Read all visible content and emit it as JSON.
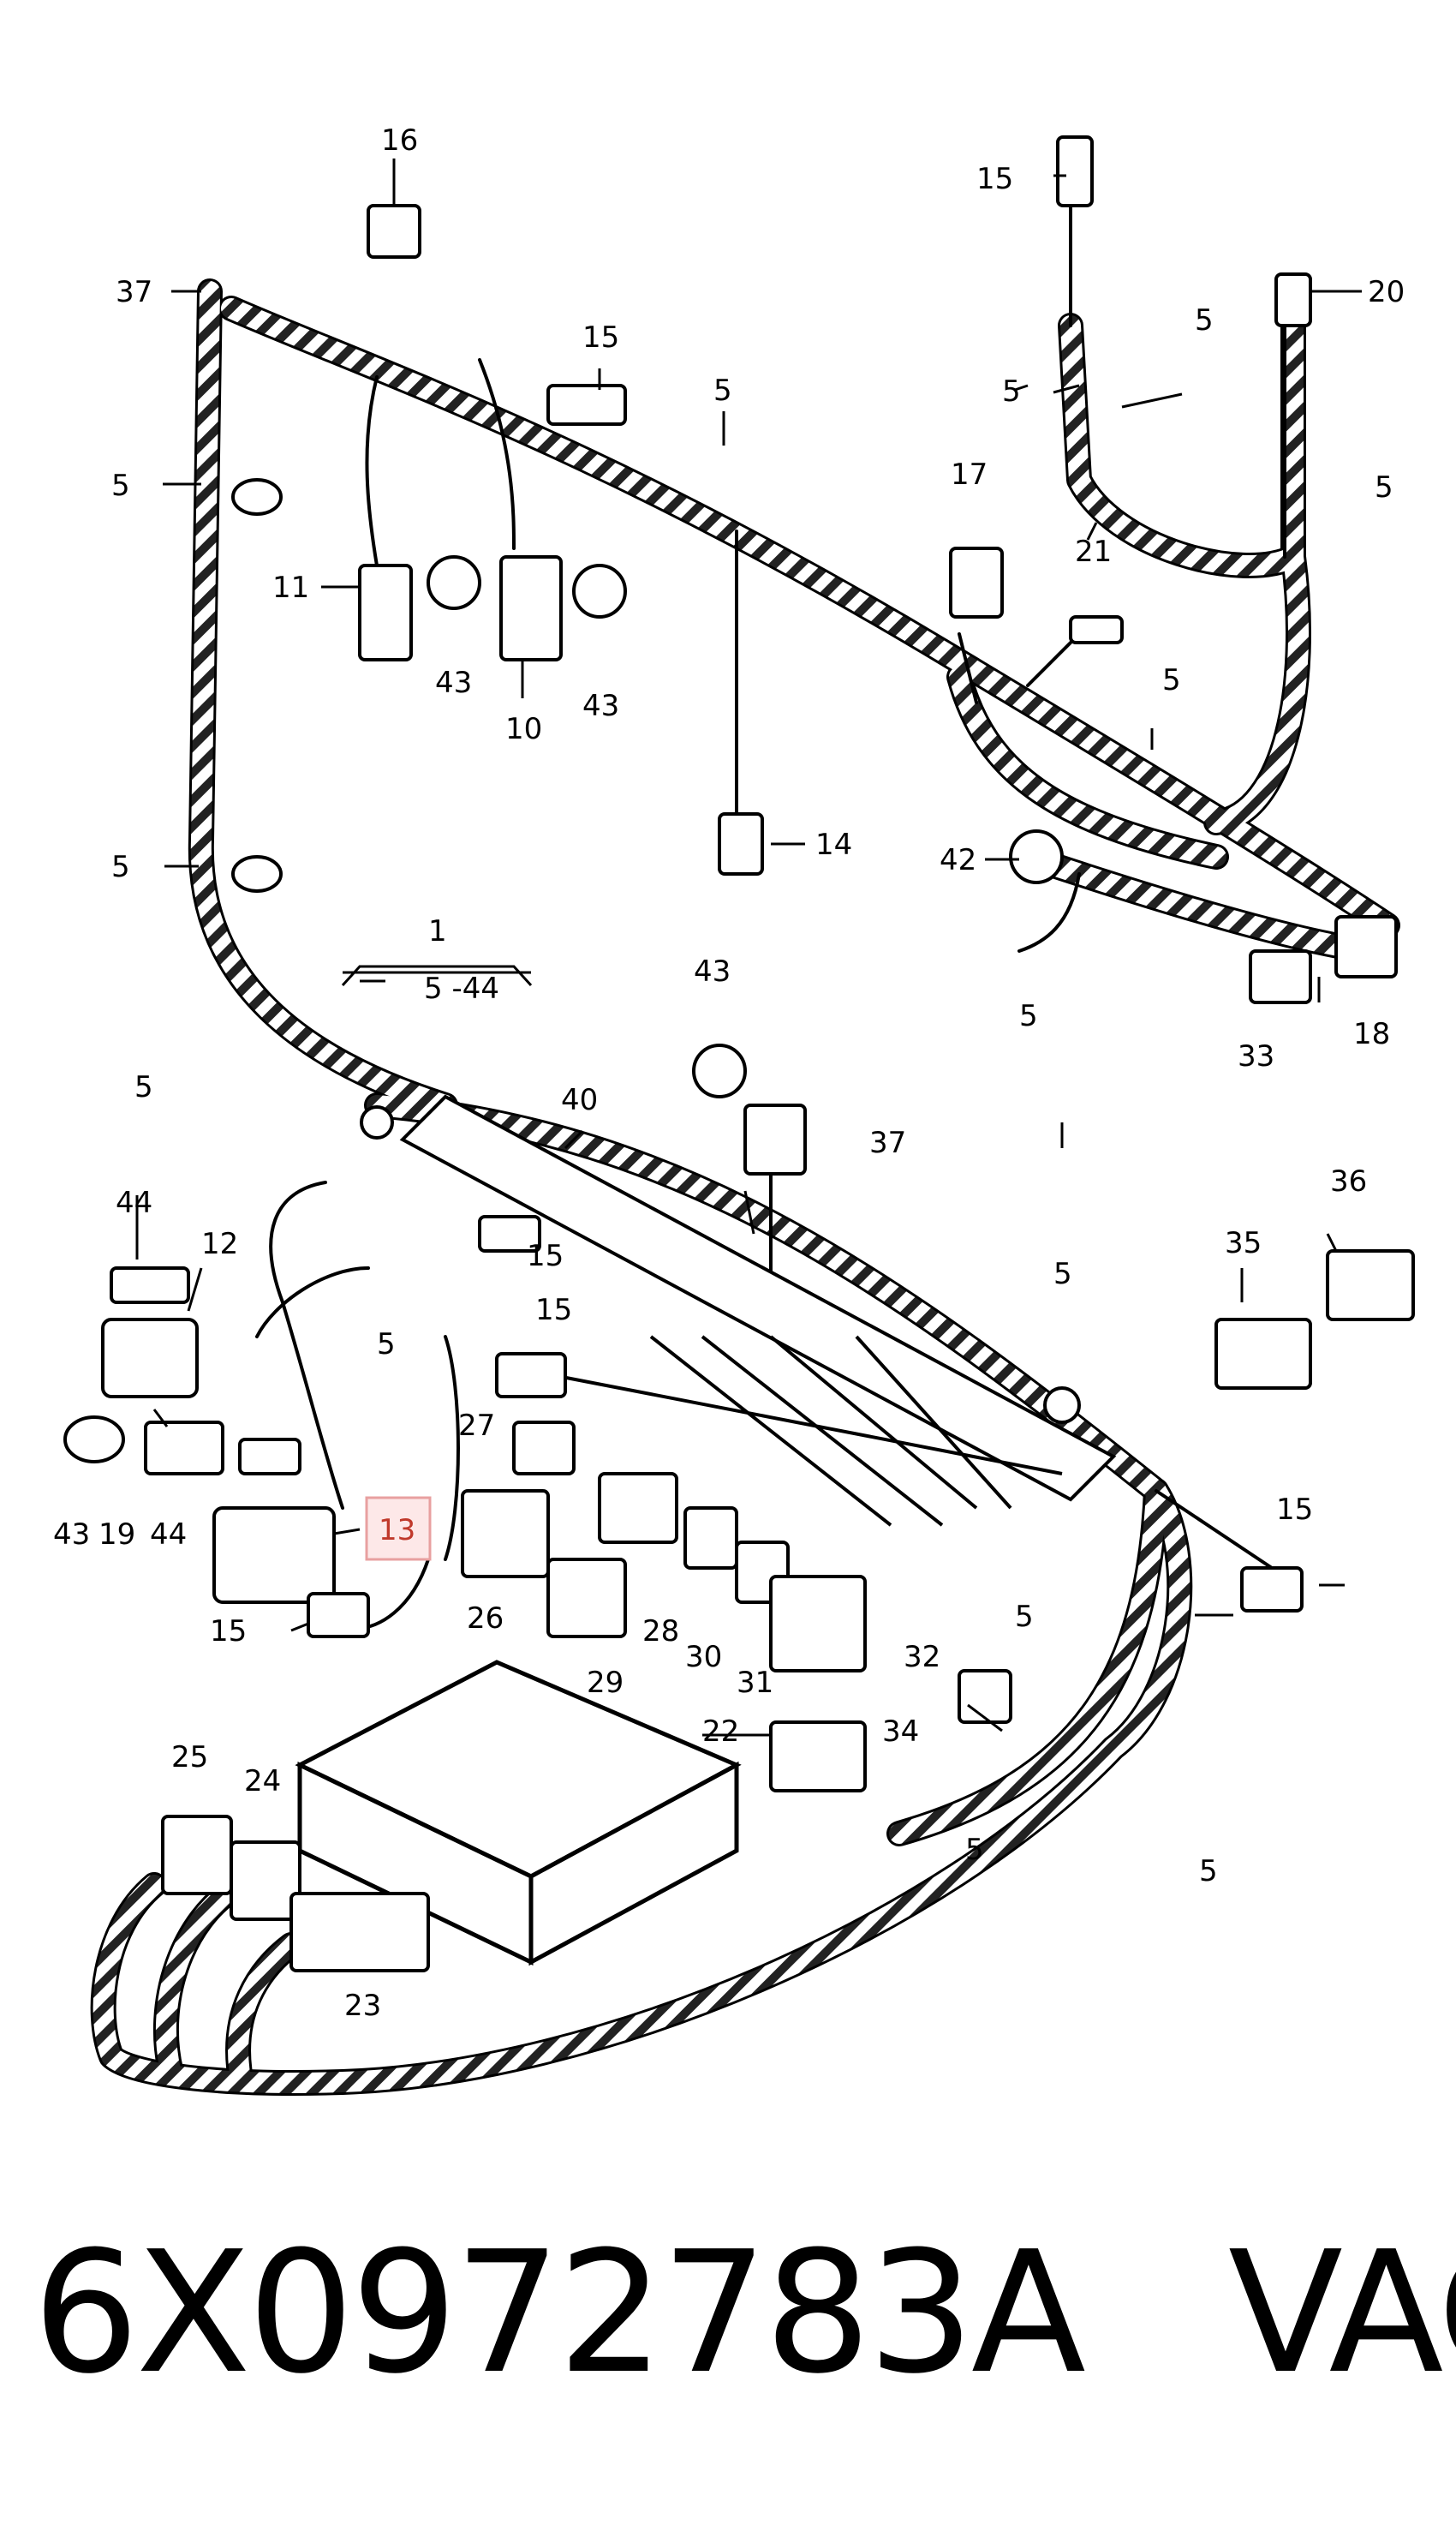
{
  "diagram": {
    "callouts": [
      {
        "id": "c16",
        "text": "16"
      },
      {
        "id": "c37a",
        "text": "37"
      },
      {
        "id": "c15a",
        "text": "15"
      },
      {
        "id": "c5a",
        "text": "5"
      },
      {
        "id": "c5b",
        "text": "5"
      },
      {
        "id": "c11",
        "text": "11"
      },
      {
        "id": "c43a",
        "text": "43"
      },
      {
        "id": "c10",
        "text": "10"
      },
      {
        "id": "c43b",
        "text": "43"
      },
      {
        "id": "c15b",
        "text": "15"
      },
      {
        "id": "c5c",
        "text": "5"
      },
      {
        "id": "c20",
        "text": "20"
      },
      {
        "id": "c5d",
        "text": "5"
      },
      {
        "id": "c5e",
        "text": "5"
      },
      {
        "id": "c17",
        "text": "17"
      },
      {
        "id": "c21",
        "text": "21"
      },
      {
        "id": "c5f",
        "text": "5"
      },
      {
        "id": "c14",
        "text": "14"
      },
      {
        "id": "c5g",
        "text": "5"
      },
      {
        "id": "c42",
        "text": "42"
      },
      {
        "id": "c5h",
        "text": "5"
      },
      {
        "id": "c33",
        "text": "33"
      },
      {
        "id": "c18",
        "text": "18"
      },
      {
        "id": "c1",
        "text": "1"
      },
      {
        "id": "c1r",
        "text": "5 -44"
      },
      {
        "id": "c43c",
        "text": "43"
      },
      {
        "id": "c5i",
        "text": "5"
      },
      {
        "id": "c40",
        "text": "40"
      },
      {
        "id": "c37b",
        "text": "37"
      },
      {
        "id": "c44a",
        "text": "44"
      },
      {
        "id": "c12",
        "text": "12"
      },
      {
        "id": "c15c",
        "text": "15"
      },
      {
        "id": "c36",
        "text": "36"
      },
      {
        "id": "c35",
        "text": "35"
      },
      {
        "id": "c5j",
        "text": "5"
      },
      {
        "id": "c15d",
        "text": "15"
      },
      {
        "id": "c5k",
        "text": "5"
      },
      {
        "id": "c27",
        "text": "27"
      },
      {
        "id": "c43d",
        "text": "43"
      },
      {
        "id": "c19",
        "text": "19"
      },
      {
        "id": "c44b",
        "text": "44"
      },
      {
        "id": "c13",
        "text": "13"
      },
      {
        "id": "c26",
        "text": "26"
      },
      {
        "id": "c28",
        "text": "28"
      },
      {
        "id": "c30",
        "text": "30"
      },
      {
        "id": "c31",
        "text": "31"
      },
      {
        "id": "c32",
        "text": "32"
      },
      {
        "id": "c29",
        "text": "29"
      },
      {
        "id": "c15e",
        "text": "15"
      },
      {
        "id": "c15f",
        "text": "15"
      },
      {
        "id": "c5l",
        "text": "5"
      },
      {
        "id": "c22",
        "text": "22"
      },
      {
        "id": "c34",
        "text": "34"
      },
      {
        "id": "c25",
        "text": "25"
      },
      {
        "id": "c24",
        "text": "24"
      },
      {
        "id": "c5m",
        "text": "5"
      },
      {
        "id": "c5n",
        "text": "5"
      },
      {
        "id": "c23",
        "text": "23"
      }
    ],
    "highlight_color": "#e8a0a0"
  },
  "part_number": {
    "code": "6X0972783A",
    "brand": "VAG"
  }
}
